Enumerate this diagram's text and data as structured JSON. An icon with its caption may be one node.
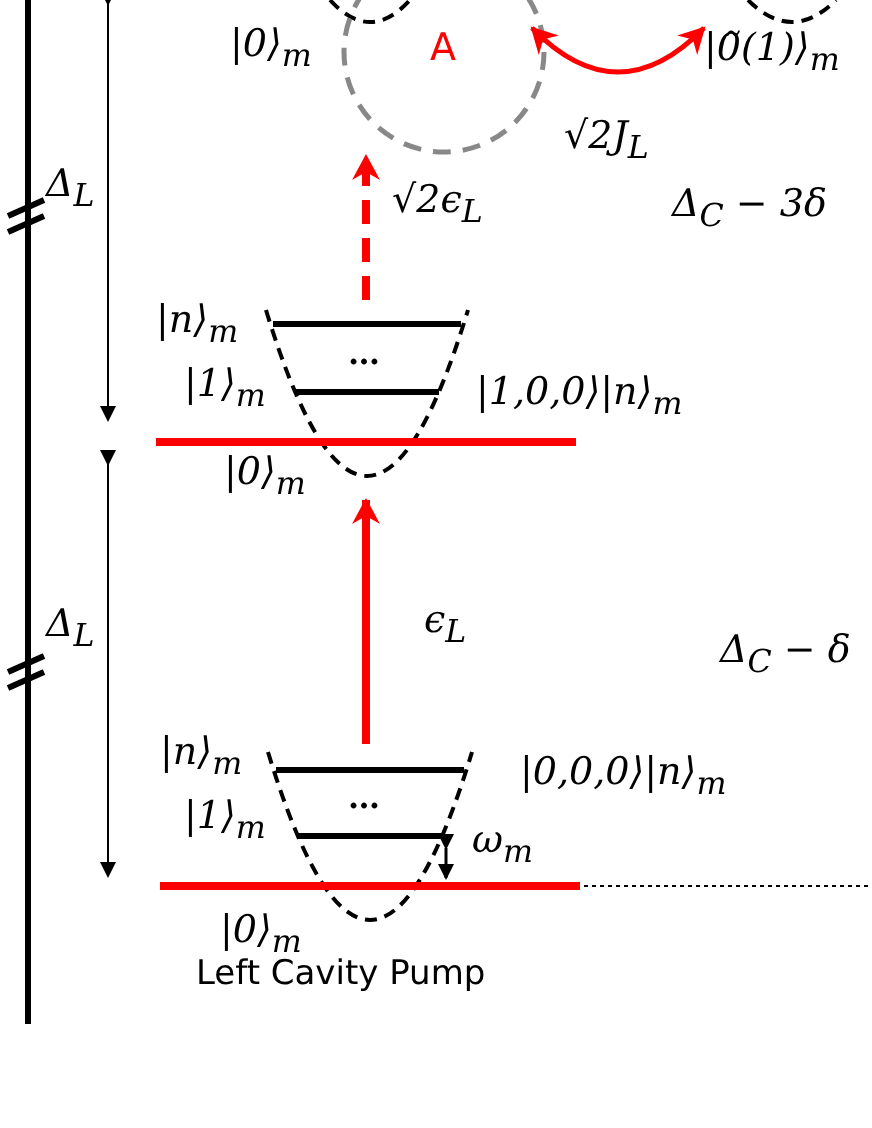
{
  "diagram": {
    "nodes": [
      {
        "text": [
          "|1,0,0⟩|n⟩$_{m}$"
        ]
      },
      {
        "text": [
          "|0,0,0⟩|n⟩$_{m}$"
        ]
      },
      {
        "text": [
          "A"
        ]
      },
      {
        "text": [
          "|0̃(1)⟩$_{m}$"
        ]
      }
    ],
    "edges": [
      {
        "from": 1,
        "to": 0,
        "arrow": "to",
        "label": "ϵ$_{L}$",
        "color": "#ff0000"
      },
      {
        "from": 0,
        "to": 2,
        "arrow": "to",
        "label": "√2ϵ$_{L}$",
        "style": "dashed",
        "color": "#ff0000"
      },
      {
        "from": 2,
        "to": 3,
        "arrow": "both",
        "label": "√2J$_{L}$",
        "color": "#ff0000"
      }
    ],
    "labels": [
      "|0⟩$_{m}$",
      "Δ$_{L}$",
      "Δ$_{C}$ − 3δ",
      "|n⟩$_{m}$",
      "|1⟩$_{m}$",
      "…",
      "|0⟩$_{m}$",
      "Δ$_{L}$",
      "Δ$_{C}$ − δ",
      "|n⟩$_{m}$",
      "|1⟩$_{m}$",
      "…",
      "ω$_{m}$",
      "|0⟩$_{m}$",
      "Left Cavity Pump"
    ]
  }
}
